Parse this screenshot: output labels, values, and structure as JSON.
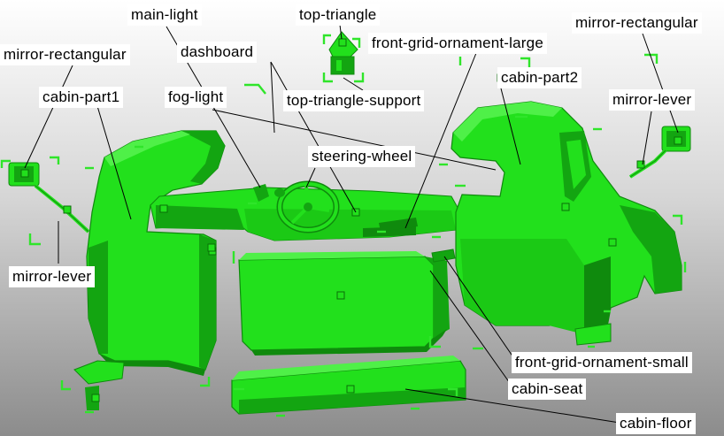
{
  "colors": {
    "background_top": "#ffffff",
    "background_bottom": "#8c8c8c",
    "part_fill": "#22e01c",
    "part_dark": "#13a511",
    "part_shadow": "#0f8a0d",
    "selection_bracket": "#2fe52a",
    "leader_line": "#000000",
    "label_background": "#ffffff",
    "label_text": "#000000"
  },
  "labels": {
    "main_light": "main-light",
    "top_triangle": "top-triangle",
    "mirror_rectangular_right": "mirror-rectangular",
    "mirror_rectangular_left": "mirror-rectangular",
    "dashboard": "dashboard",
    "front_grid_ornament_large": "front-grid-ornament-large",
    "cabin_part1": "cabin-part1",
    "fog_light": "fog-light",
    "top_triangle_support": "top-triangle-support",
    "cabin_part2": "cabin-part2",
    "mirror_lever_right": "mirror-lever",
    "steering_wheel": "steering-wheel",
    "mirror_lever_left": "mirror-lever",
    "front_grid_ornament_small": "front-grid-ornament-small",
    "cabin_seat": "cabin-seat",
    "cabin_floor": "cabin-floor"
  }
}
